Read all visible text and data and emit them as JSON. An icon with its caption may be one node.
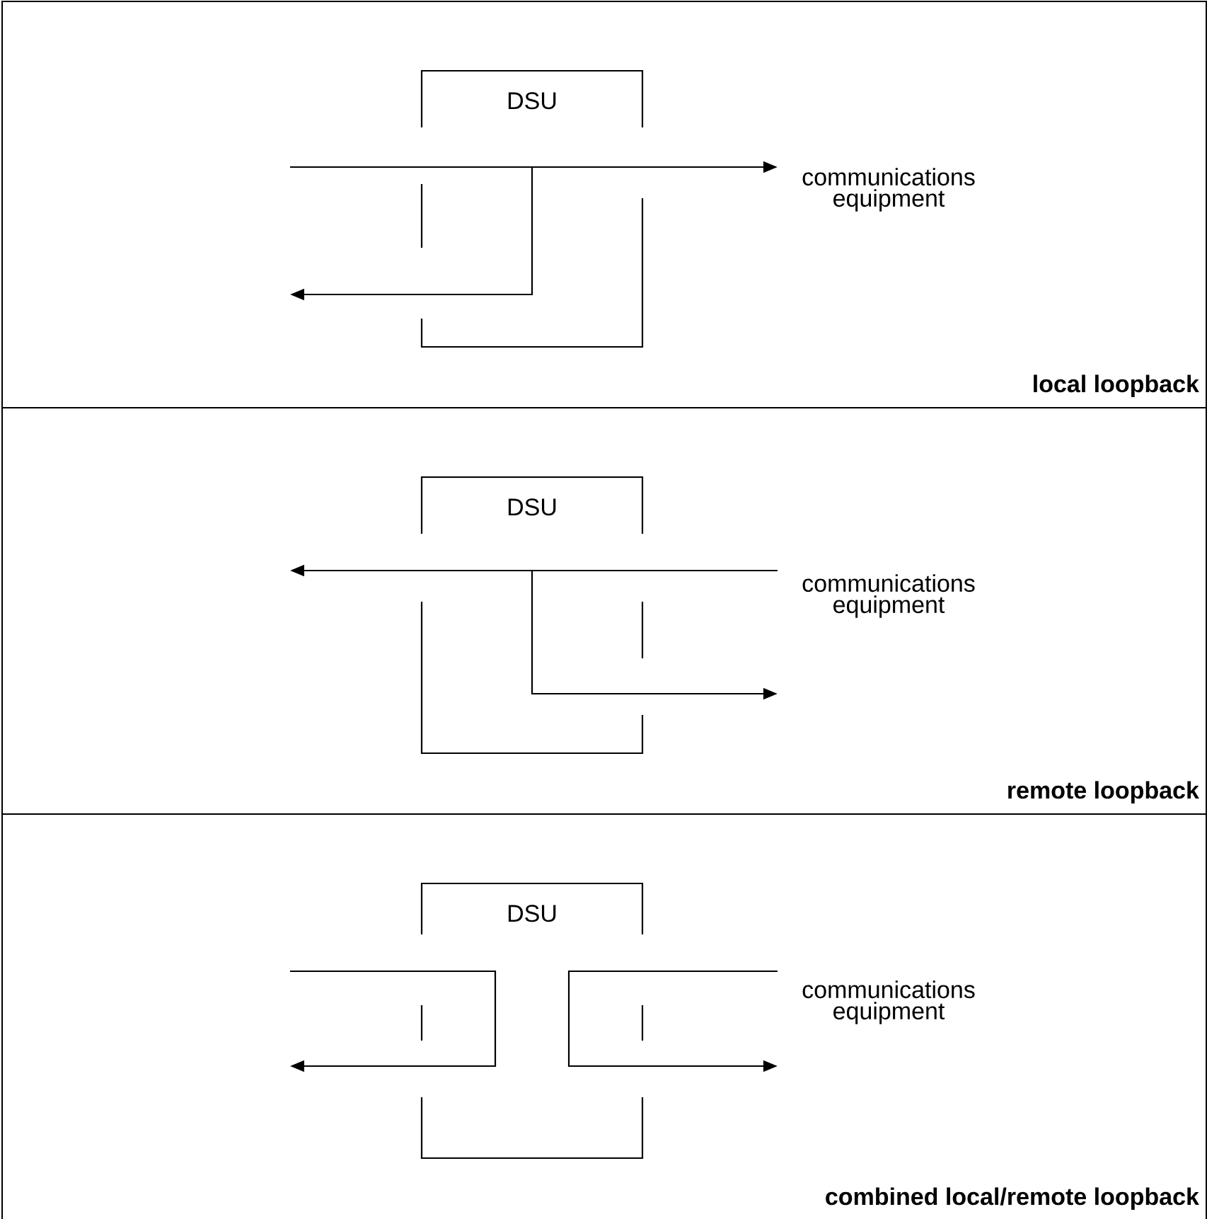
{
  "diagram": {
    "nodes": [
      {
        "text": [
          "local loopback"
        ]
      },
      {
        "text": [
          "DSU"
        ],
        "in": 0
      },
      {
        "text": [
          "communications equipment"
        ],
        "in": 0
      },
      {
        "text": [
          "remote loopback"
        ]
      },
      {
        "text": [
          "DSU"
        ],
        "in": 3
      },
      {
        "text": [
          "communications equipment"
        ],
        "in": 3
      },
      {
        "text": [
          "combined local/remote loopback"
        ]
      },
      {
        "text": [
          "DSU"
        ],
        "in": 6
      },
      {
        "text": [
          "communications equipment"
        ],
        "in": 6
      }
    ],
    "edges": [
      {
        "from": null,
        "to": 2,
        "arrow": "to"
      },
      {
        "from": 1,
        "to": null,
        "arrow": "to"
      },
      {
        "from": 5,
        "to": null,
        "arrow": "to"
      },
      {
        "from": 4,
        "to": 5,
        "arrow": "to"
      },
      {
        "from": null,
        "to": 7,
        "arrow": "none"
      },
      {
        "from": 7,
        "to": null,
        "arrow": "to"
      },
      {
        "from": 8,
        "to": 7,
        "arrow": "none"
      },
      {
        "from": 7,
        "to": 8,
        "arrow": "to"
      }
    ]
  }
}
